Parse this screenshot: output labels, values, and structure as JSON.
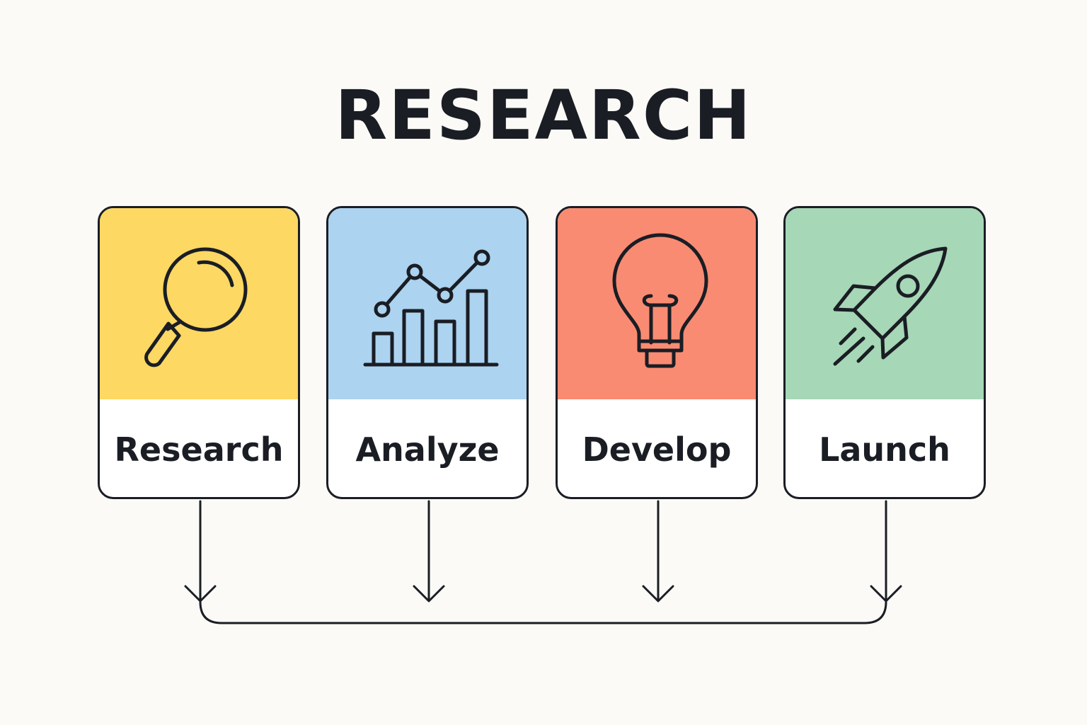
{
  "title": "RESEARCH",
  "steps": [
    {
      "label": "Research",
      "icon": "magnifying-glass-icon",
      "color": "#fdd862"
    },
    {
      "label": "Analyze",
      "icon": "chart-icon",
      "color": "#acd3ef"
    },
    {
      "label": "Develop",
      "icon": "lightbulb-icon",
      "color": "#f98b72"
    },
    {
      "label": "Launch",
      "icon": "rocket-icon",
      "color": "#a6d7b6"
    }
  ],
  "colors": {
    "stroke": "#1a1d24",
    "background": "#fbfaf6",
    "card": "#ffffff"
  }
}
